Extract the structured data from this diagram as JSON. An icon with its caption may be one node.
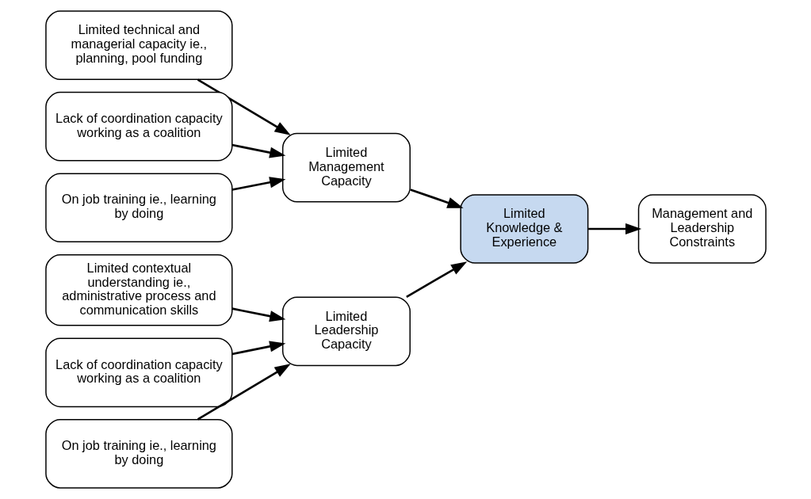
{
  "diagram": {
    "nodes": [
      {
        "text": [
          "Limited technical and managerial capacity ie., planning, pool funding"
        ]
      },
      {
        "text": [
          "Lack of coordination capacity working as a coalition"
        ]
      },
      {
        "text": [
          "On job training ie., learning by doing"
        ]
      },
      {
        "text": [
          "Limited Management Capacity"
        ]
      },
      {
        "text": [
          "Limited contextual understanding ie., administrative process and communication skills"
        ]
      },
      {
        "text": [
          "Lack of coordination capacity working as a coalition"
        ]
      },
      {
        "text": [
          "On job training ie., learning by doing"
        ]
      },
      {
        "text": [
          "Limited Leadership Capacity"
        ]
      },
      {
        "text": [
          "Limited Knowledge & Experience"
        ]
      },
      {
        "text": [
          "Management and Leadership Constraints"
        ]
      }
    ],
    "edges": [
      {
        "from": 0,
        "to": 3,
        "arrow": "to"
      },
      {
        "from": 1,
        "to": 3,
        "arrow": "to"
      },
      {
        "from": 2,
        "to": 3,
        "arrow": "to"
      },
      {
        "from": 4,
        "to": 7,
        "arrow": "to"
      },
      {
        "from": 5,
        "to": 7,
        "arrow": "to"
      },
      {
        "from": 6,
        "to": 7,
        "arrow": "to"
      },
      {
        "from": 3,
        "to": 8,
        "arrow": "to"
      },
      {
        "from": 7,
        "to": 8,
        "arrow": "to"
      },
      {
        "from": 8,
        "to": 9,
        "arrow": "to"
      }
    ]
  }
}
